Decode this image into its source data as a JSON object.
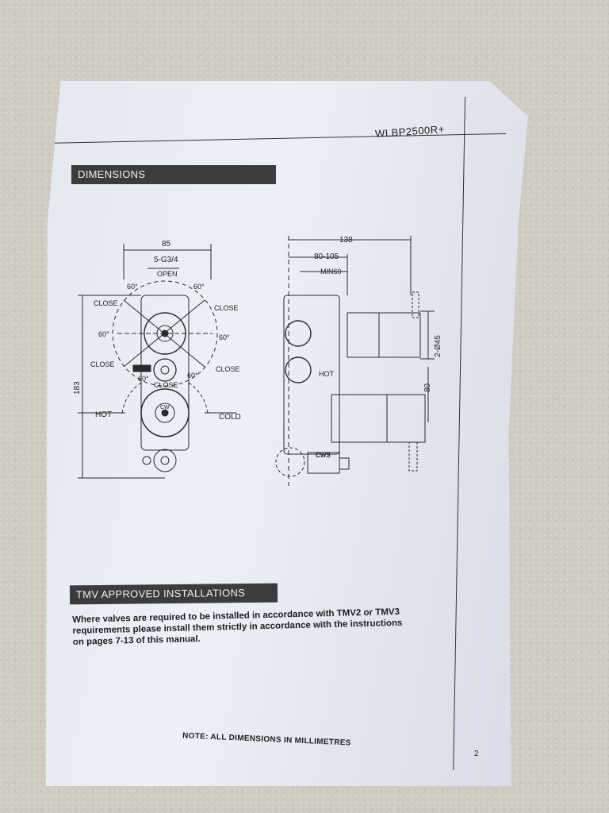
{
  "header": {
    "model": "WLBP2500R+"
  },
  "sections": {
    "dimensions_title": "DIMENSIONS",
    "tmv_title": "TMV APPROVED INSTALLATIONS"
  },
  "tmv_lines": [
    "Where valves are required to be installed in accordance with TMV2 or TMV3",
    "requirements please install them strictly in accordance with the instructions",
    "on pages 7-13 of this manual."
  ],
  "note": "NOTE: ALL DIMENSIONS IN MILLIMETRES",
  "page_number": "2",
  "front_view": {
    "dim_width": "85",
    "dim_thread": "5-G3/4",
    "open": "OPEN",
    "dim_height": "183",
    "angles": [
      "60°",
      "60°",
      "60°",
      "60°",
      "60°",
      "60°"
    ],
    "close_labels": [
      "CLOSE",
      "CLOSE",
      "CLOSE",
      "CLOSE",
      "CLOSE"
    ],
    "hot": "HOT",
    "cold": "COLD",
    "cw": "CW"
  },
  "side_view": {
    "dim_total": "138",
    "dim_range": "80-105",
    "dim_min": "MIN60",
    "dim_dia": "2-Ø45",
    "dim_80": "80",
    "hot": "HOT",
    "cws": "CWS"
  }
}
